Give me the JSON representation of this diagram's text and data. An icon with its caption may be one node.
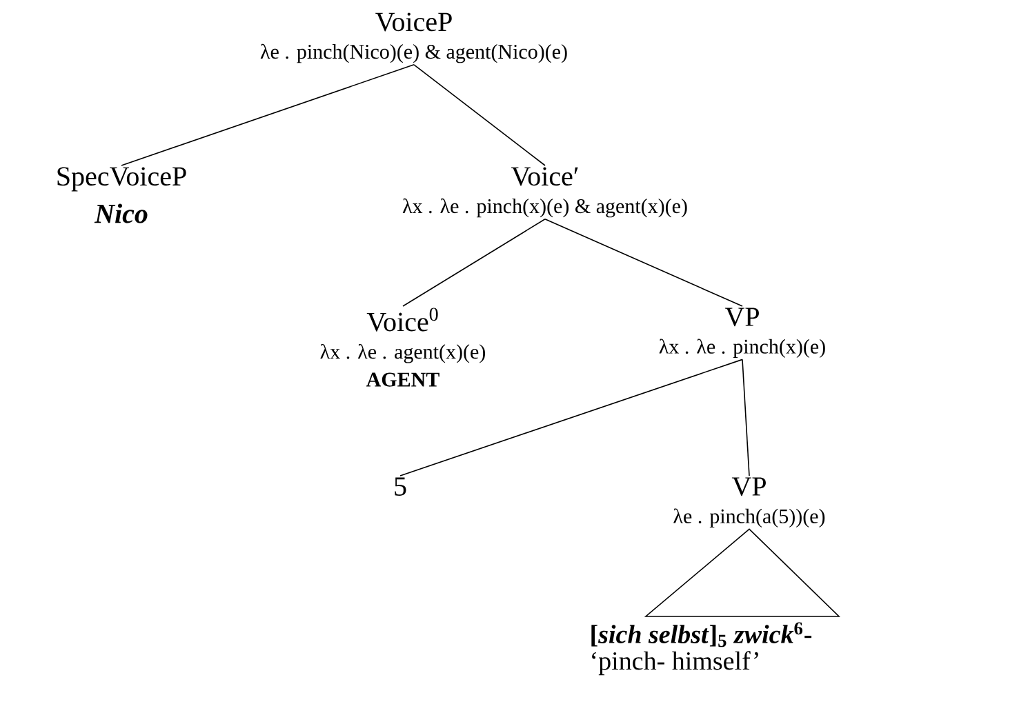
{
  "diagram": {
    "nodes": [
      {
        "text": [
          "VoiceP",
          "λe . pinch(Nico)(e) & agent(Nico)(e)"
        ]
      },
      {
        "text": [
          "SpecVoiceP",
          "Nico"
        ]
      },
      {
        "text": [
          "Voice′",
          "λx . λe . pinch(x)(e) & agent(x)(e)"
        ]
      },
      {
        "text": [
          "Voice$^{0}$",
          "λx . λe . agent(x)(e)",
          "AGENT"
        ]
      },
      {
        "text": [
          "VP",
          "λx . λe . pinch(x)(e)"
        ]
      },
      {
        "text": [
          "5"
        ]
      },
      {
        "text": [
          "VP",
          "λe . pinch(a(5))(e)"
        ]
      },
      {
        "text": [
          "[*sich selbst*]$_{5}$ *zwick*$^{6}$-",
          "‘pinch- himself’"
        ]
      }
    ],
    "edges": [
      {
        "from": 0,
        "to": 1,
        "arrow": "none"
      },
      {
        "from": 0,
        "to": 2,
        "arrow": "none"
      },
      {
        "from": 2,
        "to": 3,
        "arrow": "none"
      },
      {
        "from": 2,
        "to": 4,
        "arrow": "none"
      },
      {
        "from": 4,
        "to": 5,
        "arrow": "none"
      },
      {
        "from": 4,
        "to": 6,
        "arrow": "none"
      },
      {
        "from": 6,
        "to": 7,
        "arrow": "none"
      }
    ]
  }
}
